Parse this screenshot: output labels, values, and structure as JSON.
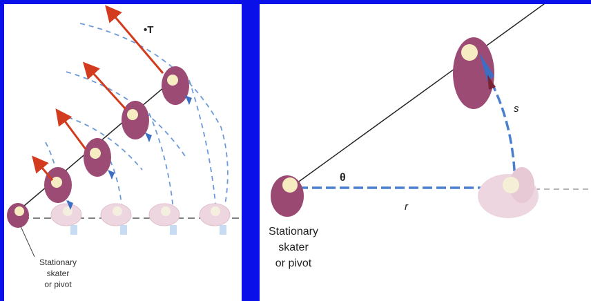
{
  "left_panel": {
    "force_label": "•T",
    "caption": [
      "Stationary",
      "skater",
      "or pivot"
    ]
  },
  "right_panel": {
    "angle_label": "θ",
    "radius_label": "r",
    "arc_label": "s",
    "caption": [
      "Stationary",
      "skater",
      "or pivot"
    ]
  },
  "colors": {
    "frame": "#0a10e8",
    "arrow": "#d23b1e",
    "skater": "#a14e78",
    "skater_ghost": "#e8c9d6",
    "path_dashes": "#4a7fd0"
  }
}
